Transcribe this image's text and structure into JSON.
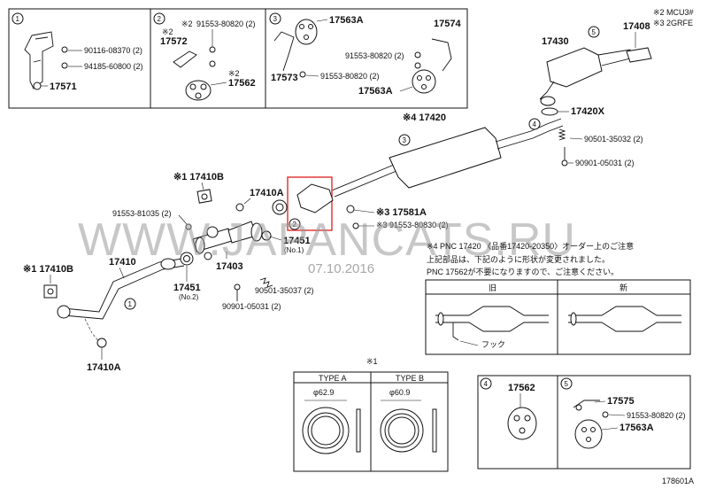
{
  "notes_top_right": {
    "n2": "※2 MCU3#",
    "n3": "※3 2GRFE"
  },
  "callouts": {
    "c1": "1",
    "c2": "2",
    "c3": "3",
    "c4": "4",
    "c5": "5"
  },
  "box1": {
    "p1": "90116-08370 (2)",
    "p2": "94185-60800 (2)",
    "p3": "17571"
  },
  "box2": {
    "mark_a": "※2",
    "p1": "91553-80820 (2)",
    "mark_b": "※2",
    "p2": "17572",
    "mark_c": "※2",
    "p3": "17562"
  },
  "box3": {
    "p1": "17563A",
    "p2": "17574",
    "p3": "91553-80820 (2)",
    "p4": "17573",
    "p5": "91553-80820 (2)",
    "p6": "17563A"
  },
  "main": {
    "muffler_rear": "17430",
    "tail": "17408",
    "gasket_x": "17420X",
    "pipe_main": "※4 17420",
    "spring_bolt": "90501-35032 (2)",
    "bolt_r": "90901-05031 (2)",
    "front_b_top": "※1 17410B",
    "p_17410A_top": "17410A",
    "nut_81035": "91553-81035 (2)",
    "p_17581A": "※3 17581A",
    "nut_80830": "※3 91553-80830 (2)",
    "g_17451_1": "17451",
    "g_17451_1_sub": "(No.1)",
    "flex": "17403",
    "front_b_left": "※1 17410B",
    "front_pipe": "17410",
    "g_17451_2": "17451",
    "g_17451_2_sub": "(No.2)",
    "spring_37": "90501-35037 (2)",
    "bolt_l": "90901-05031 (2)",
    "bottom_17410A": "17410A"
  },
  "watermark": "WWW.JAPANCATS.RU",
  "date_stamp": "07.10.2016",
  "pnc_note": {
    "l1": "※4  PNC 17420 〈品番17420-20350〉オーダー上のご注意",
    "l2": "上記部品は、下記のように形状が変更されました。",
    "l3": "PNC 17562が不要になりますので、ご注意ください。",
    "col_old": "旧",
    "col_new": "新",
    "hook": "フック"
  },
  "gasket_table": {
    "mark": "※1",
    "type_a": "TYPE A",
    "type_b": "TYPE B",
    "dia_a": "φ62.9",
    "dia_b": "φ60.9"
  },
  "box4": {
    "p1": "17562"
  },
  "box5": {
    "p1": "17575",
    "p2": "91553-80820 (2)",
    "p3": "17563A"
  },
  "figure_id": "178601A"
}
